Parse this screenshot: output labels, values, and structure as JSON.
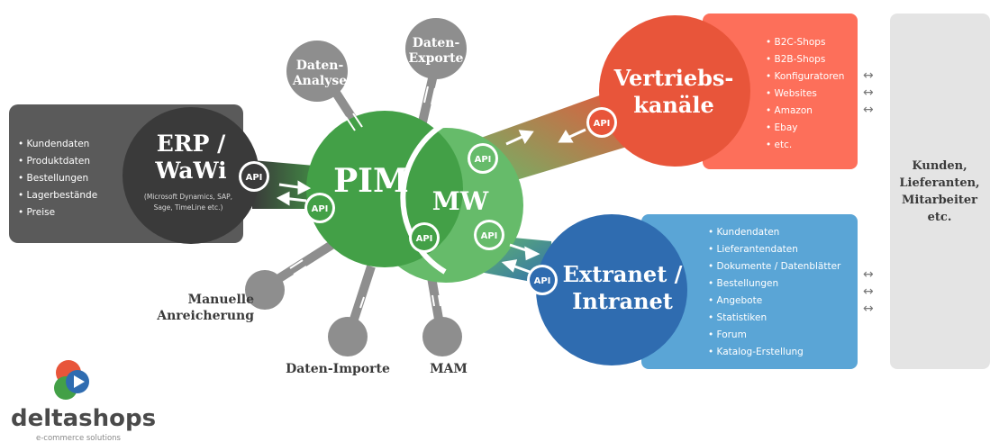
{
  "nodes": {
    "pim": "PIM",
    "mw": "MW",
    "erp_line1": "ERP /",
    "erp_line2": "WaWi",
    "erp_sub_line1": "(Microsoft Dynamics, SAP,",
    "erp_sub_line2": "Sage, TimeLine etc.)",
    "vertrieb_line1": "Vertriebs-",
    "vertrieb_line2": "kanäle",
    "extranet_line1": "Extranet /",
    "extranet_line2": "Intranet",
    "analyse_line1": "Daten-",
    "analyse_line2": "Analyse",
    "exporte_line1": "Daten-",
    "exporte_line2": "Exporte",
    "manuelle_line1": "Manuelle",
    "manuelle_line2": "Anreicherung",
    "importe": "Daten-Importe",
    "mam": "MAM"
  },
  "api_label": "API",
  "erp_list": [
    "• Kundendaten",
    "• Produktdaten",
    "• Bestellungen",
    "• Lagerbestände",
    "• Preise"
  ],
  "vertrieb_list": [
    "• B2C-Shops",
    "• B2B-Shops",
    "• Konfiguratoren",
    "• Websites",
    "• Amazon",
    "• Ebay",
    "• etc."
  ],
  "extranet_list": [
    "• Kundendaten",
    "• Lieferantendaten",
    "• Dokumente / Datenblätter",
    "• Bestellungen",
    "• Angebote",
    "• Statistiken",
    "• Forum",
    "• Katalog-Erstellung"
  ],
  "customers": [
    "Kunden,",
    "Lieferanten,",
    "Mitarbeiter",
    "etc."
  ],
  "arrow_glyph": "↔",
  "logo": {
    "name": "deltashops",
    "tagline": "e-commerce solutions"
  },
  "colors": {
    "pim_green": "#43a047",
    "mw_green": "#66bb6a",
    "erp_dark": "#3a3a3a",
    "erp_panel": "#5a5a5a",
    "vertrieb_orange": "#e8553a",
    "vertrieb_panel": "#fd6f5a",
    "extranet_blue": "#2f6cb0",
    "extranet_panel": "#5aa5d6",
    "satellite_gray": "#8e8e8e",
    "customer_panel": "#e4e4e4"
  }
}
